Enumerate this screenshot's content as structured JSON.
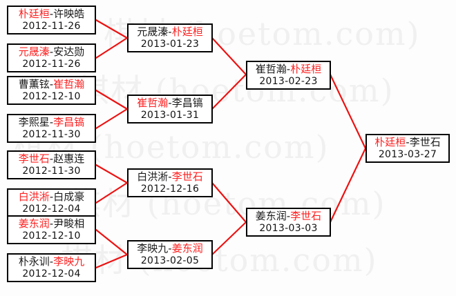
{
  "meta": {
    "accent_red": "#ff2020",
    "text_black": "#1a1a1a",
    "border_color": "#000000",
    "background": "#fdfdfd",
    "watermark_color": "#f0f0f0"
  },
  "watermark": {
    "lines": [
      "棋材 (hoetom.com)",
      "棋材 (hoetom.com)",
      "棋材 (hoetom.com)",
      "棋材 (hoetom.com)",
      "棋材 (hoetom.com)"
    ]
  },
  "bracket": {
    "rounds": [
      {
        "name": "round-1",
        "matches": [
          {
            "id": "r1m1",
            "left": "朴廷桓",
            "right": "许映皓",
            "winner": "left",
            "dash": "-",
            "date": "2012-11-26"
          },
          {
            "id": "r1m2",
            "left": "元晟溱",
            "right": "安达勋",
            "winner": "left",
            "dash": "-",
            "date": "2012-11-26"
          },
          {
            "id": "r1m3",
            "left": "曹薫铉",
            "right": "崔哲瀚",
            "winner": "right",
            "dash": "-",
            "date": "2012-12-10"
          },
          {
            "id": "r1m4",
            "left": "李熙星",
            "right": "李昌镐",
            "winner": "right",
            "dash": "-",
            "date": "2012-11-30"
          },
          {
            "id": "r1m5",
            "left": "李世石",
            "right": "赵惠连",
            "winner": "left",
            "dash": "-",
            "date": "2012-11-30"
          },
          {
            "id": "r1m6",
            "left": "白洪淅",
            "right": "白成豪",
            "winner": "left",
            "dash": "-",
            "date": "2012-12-04"
          },
          {
            "id": "r1m7",
            "left": "姜东润",
            "right": "尹畯相",
            "winner": "left",
            "dash": "-",
            "date": "2012-12-10"
          },
          {
            "id": "r1m8",
            "left": "朴永训",
            "right": "李映九",
            "winner": "right",
            "dash": "-",
            "date": "2012-12-04"
          }
        ]
      },
      {
        "name": "round-2",
        "matches": [
          {
            "id": "r2m1",
            "left": "元晟溱",
            "right": "朴廷桓",
            "winner": "right",
            "dash": "-",
            "date": "2013-01-23"
          },
          {
            "id": "r2m2",
            "left": "崔哲瀚",
            "right": "李昌镐",
            "winner": "left",
            "dash": "-",
            "date": "2013-01-31"
          },
          {
            "id": "r2m3",
            "left": "白洪淅",
            "right": "李世石",
            "winner": "right",
            "dash": "-",
            "date": "2012-12-16"
          },
          {
            "id": "r2m4",
            "left": "李映九",
            "right": "姜东润",
            "winner": "right",
            "dash": "-",
            "date": "2013-02-05"
          }
        ]
      },
      {
        "name": "semifinal",
        "matches": [
          {
            "id": "r3m1",
            "left": "崔哲瀚",
            "right": "朴廷桓",
            "winner": "right",
            "dash": "-",
            "date": "2013-02-23"
          },
          {
            "id": "r3m2",
            "left": "姜东润",
            "right": "李世石",
            "winner": "right",
            "dash": "-",
            "date": "2013-03-03"
          }
        ]
      },
      {
        "name": "final",
        "matches": [
          {
            "id": "r4m1",
            "left": "朴廷桓",
            "right": "李世石",
            "winner": "left",
            "dash": "-",
            "date": "2013-03-27"
          }
        ]
      }
    ]
  }
}
